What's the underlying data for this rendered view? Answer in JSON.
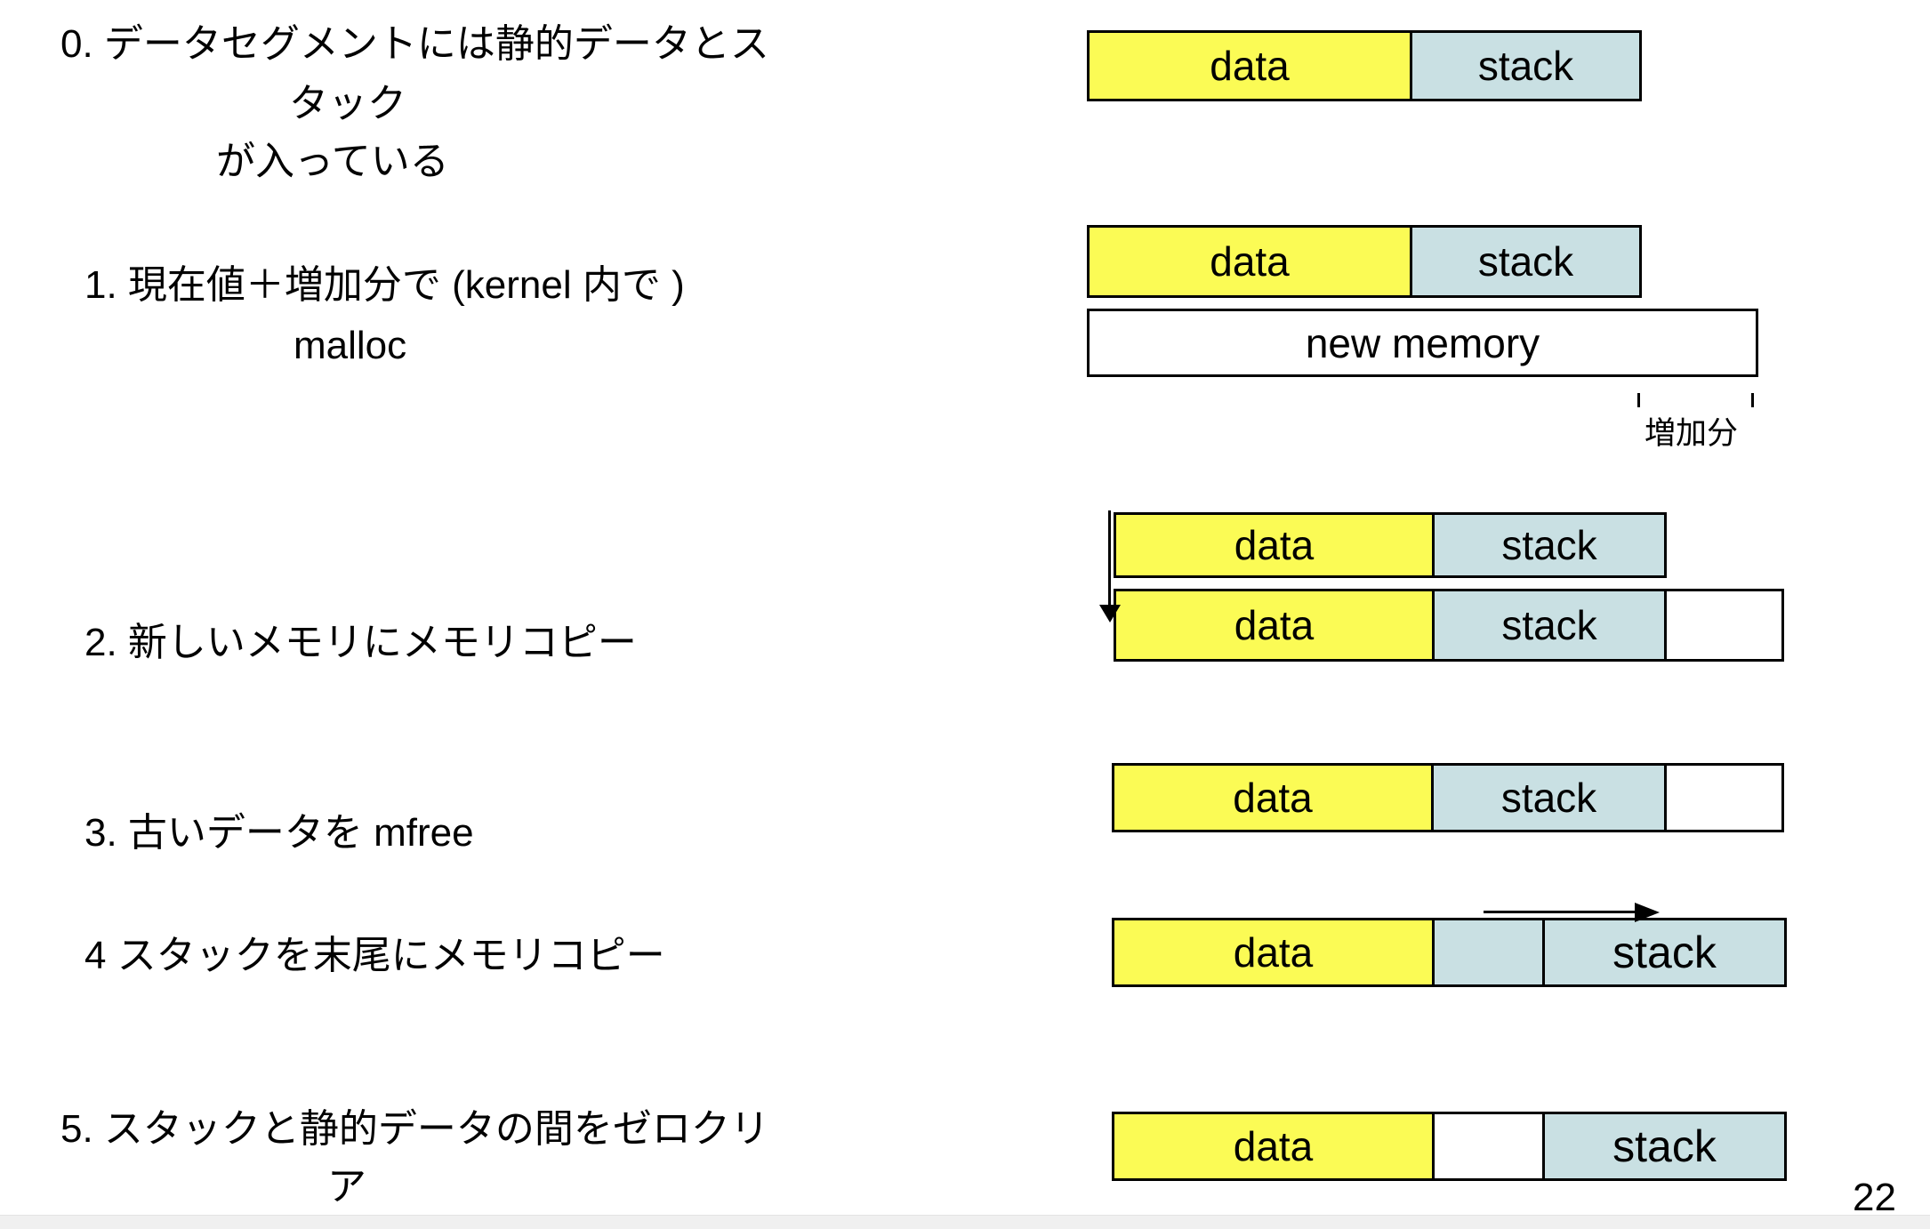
{
  "slide": {
    "page_number": "22",
    "steps": {
      "s0": {
        "l0": "0. データセグメントには静的データとス",
        "l1": "タック",
        "l2": "が入っている"
      },
      "s1": {
        "l0": "1. 現在値＋増加分で (kernel 内で )",
        "l1": "malloc"
      },
      "s2": {
        "l0": "2. 新しいメモリにメモリコピー"
      },
      "s3": {
        "l0": "3. 古いデータを mfree"
      },
      "s4": {
        "l0": "4 スタックを末尾にメモリコピー"
      },
      "s5": {
        "l0": "5. スタックと静的データの間をゼロクリ",
        "l1": "ア"
      }
    },
    "diagram": {
      "labels": {
        "data": "data",
        "stack": "stack",
        "new_memory": "new memory",
        "increment": "増加分"
      },
      "colors": {
        "data_fill": "#FBFB55",
        "stack_fill": "#C9E0E3",
        "empty_fill": "#FFFFFF",
        "border": "#000000"
      }
    }
  }
}
